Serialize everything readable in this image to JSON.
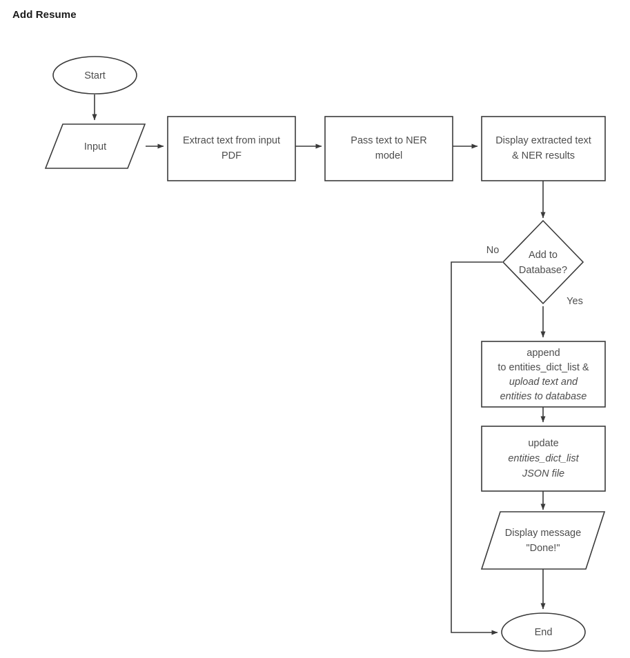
{
  "page": {
    "title": "Add Resume",
    "background_color": "#ffffff",
    "stroke_color": "#3a3a3a",
    "text_color": "#4d4d4d",
    "title_color": "#1a1a1a"
  },
  "chart_data": {
    "type": "diagram",
    "diagram_kind": "flowchart",
    "title": "Add Resume",
    "nodes": [
      {
        "id": "start",
        "shape": "ellipse",
        "label": "Start"
      },
      {
        "id": "input",
        "shape": "parallelogram",
        "label": "Input"
      },
      {
        "id": "extract",
        "shape": "rectangle",
        "label_line_1": "Extract text from input",
        "label_line_2": "PDF"
      },
      {
        "id": "ner",
        "shape": "rectangle",
        "label_line_1": "Pass text to NER",
        "label_line_2": "model"
      },
      {
        "id": "display",
        "shape": "rectangle",
        "label_line_1": "Display extracted text",
        "label_line_2": "& NER results"
      },
      {
        "id": "decision",
        "shape": "diamond",
        "label_line_1": "Add to",
        "label_line_2": "Database?"
      },
      {
        "id": "append",
        "shape": "rectangle",
        "label_line_1": "append",
        "label_line_2": "to entities_dict_list &",
        "label_line_3": "upload text and",
        "label_line_4": "entities to database"
      },
      {
        "id": "update",
        "shape": "rectangle",
        "label_line_1": "update",
        "label_line_2": "entities_dict_list",
        "label_line_3": "JSON file"
      },
      {
        "id": "message",
        "shape": "parallelogram",
        "label_line_1": "Display message",
        "label_line_2": "\"Done!\""
      },
      {
        "id": "end",
        "shape": "ellipse",
        "label": "End"
      }
    ],
    "edges": [
      {
        "from": "start",
        "to": "input",
        "label": ""
      },
      {
        "from": "input",
        "to": "extract",
        "label": ""
      },
      {
        "from": "extract",
        "to": "ner",
        "label": ""
      },
      {
        "from": "ner",
        "to": "display",
        "label": ""
      },
      {
        "from": "display",
        "to": "decision",
        "label": ""
      },
      {
        "from": "decision",
        "to": "end",
        "label": "No"
      },
      {
        "from": "decision",
        "to": "append",
        "label": "Yes"
      },
      {
        "from": "append",
        "to": "update",
        "label": ""
      },
      {
        "from": "update",
        "to": "message",
        "label": ""
      },
      {
        "from": "message",
        "to": "end",
        "label": ""
      }
    ]
  },
  "nodes": {
    "start": {
      "label": "Start"
    },
    "input": {
      "label": "Input"
    },
    "extract": {
      "line1": "Extract text from input",
      "line2": "PDF"
    },
    "ner": {
      "line1": "Pass text to NER",
      "line2": "model"
    },
    "display": {
      "line1": "Display extracted text",
      "line2": "& NER results"
    },
    "decision": {
      "line1": "Add to",
      "line2": "Database?"
    },
    "append": {
      "line1": "append",
      "line2_plain": "to ",
      "line2_italic": "entities_dict_list &",
      "line3": "upload text and",
      "line4": "entities to database"
    },
    "update": {
      "line1": "update",
      "line2": "entities_dict_list",
      "line3": "JSON file"
    },
    "message": {
      "line1": "Display message",
      "line2": "\"Done!\""
    },
    "end": {
      "label": "End"
    }
  },
  "edge_labels": {
    "no": "No",
    "yes": "Yes"
  }
}
